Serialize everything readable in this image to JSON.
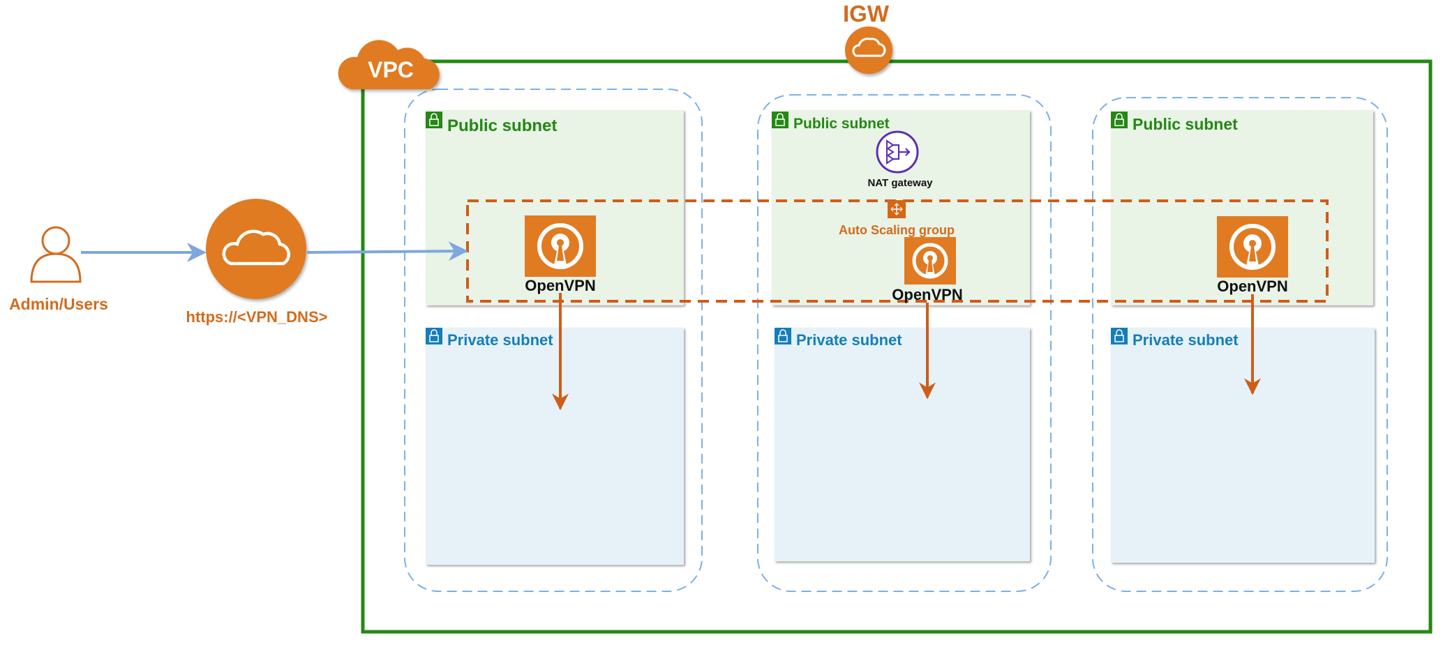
{
  "users": {
    "label": "Admin/Users"
  },
  "endpoint": {
    "label": "https://<VPN_DNS>"
  },
  "vpc": {
    "label": "VPC"
  },
  "igw": {
    "label": "IGW"
  },
  "nat_gateway": {
    "label": "NAT gateway"
  },
  "asg": {
    "label": "Auto Scaling group"
  },
  "subnets": {
    "public": [
      "Public subnet",
      "Public subnet",
      "Public subnet"
    ],
    "private": [
      "Private subnet",
      "Private subnet",
      "Private subnet"
    ]
  },
  "instances": [
    "OpenVPN",
    "OpenVPN",
    "OpenVPN"
  ],
  "colors": {
    "orange": "#e07b22",
    "orange_dark": "#d05c17",
    "text_orange": "#d36b1c",
    "vpc_green": "#248814",
    "public_fill": "#e9f3e6",
    "private_fill": "#e6f2f8",
    "private_blue": "#147eba",
    "az_dash": "#7ab0ea",
    "user_arrow": "#7ea6e0",
    "nat_purple": "#5a30b5"
  }
}
